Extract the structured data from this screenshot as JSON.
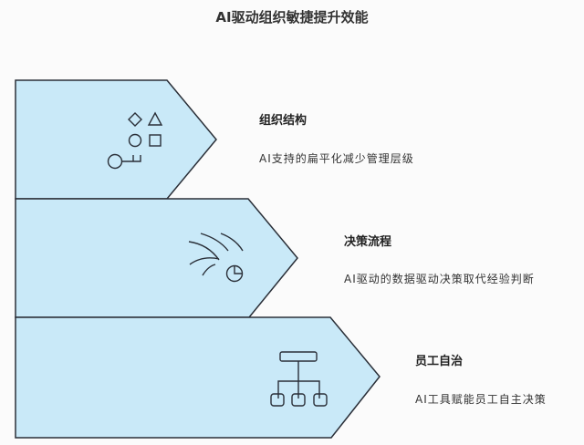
{
  "title": "AI驱动组织敏捷提升效能",
  "colors": {
    "fill": "#c9e9f8",
    "stroke": "#2a2f38"
  },
  "steps": [
    {
      "heading": "组织结构",
      "desc": "AI支持的扁平化减少管理层级",
      "icon": "shapes-icon"
    },
    {
      "heading": "决策流程",
      "desc": "AI驱动的数据驱动决策取代经验判断",
      "icon": "data-flow-pie-icon"
    },
    {
      "heading": "员工自治",
      "desc": "AI工具赋能员工自主决策",
      "icon": "org-chart-icon"
    }
  ]
}
